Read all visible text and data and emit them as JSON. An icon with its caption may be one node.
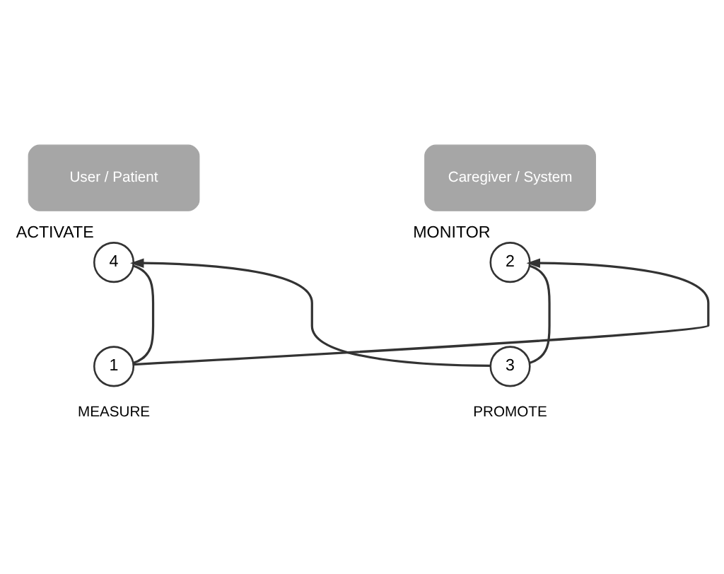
{
  "diagram": {
    "nodes": [
      {
        "text": [
          "User / Patient"
        ]
      },
      {
        "text": [
          "Caregiver / System"
        ]
      },
      {
        "text": [
          "4"
        ],
        "beside": [
          "ACTIVATE"
        ]
      },
      {
        "text": [
          "2"
        ],
        "beside": [
          "MONITOR"
        ]
      },
      {
        "text": [
          "1"
        ],
        "beside": [
          "MEASURE"
        ]
      },
      {
        "text": [
          "3"
        ],
        "beside": [
          "PROMOTE"
        ]
      }
    ],
    "edges": [
      {
        "from": 2,
        "to": 4,
        "arrow": "none"
      },
      {
        "from": 4,
        "to": 3,
        "arrow": "to"
      },
      {
        "from": 3,
        "to": 5,
        "arrow": "none"
      },
      {
        "from": 5,
        "to": 2,
        "arrow": "to"
      }
    ]
  }
}
